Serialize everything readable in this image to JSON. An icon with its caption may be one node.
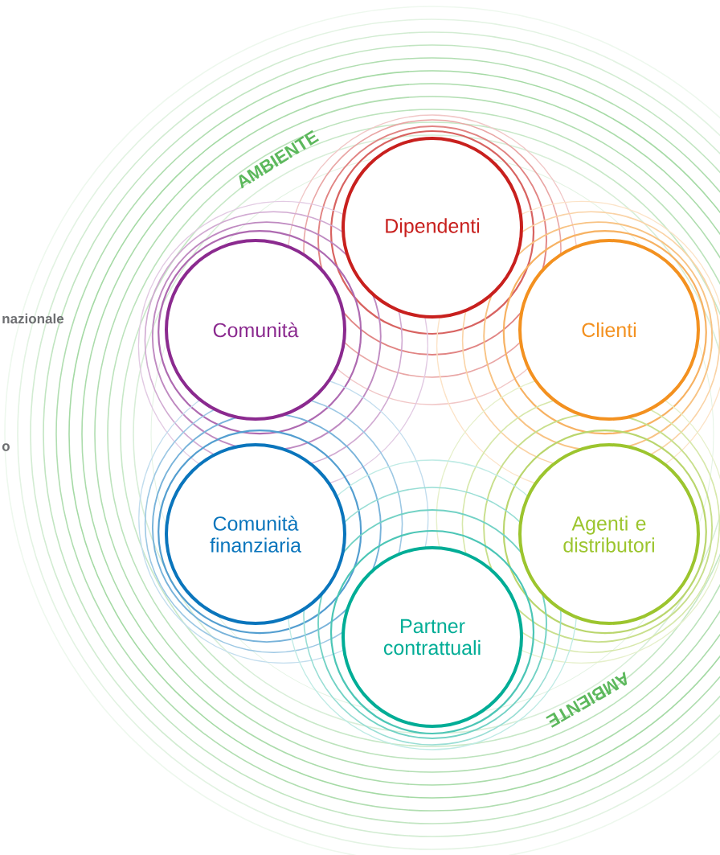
{
  "diagram": {
    "nodes": [
      {
        "text": [
          "Dipendenti"
        ]
      },
      {
        "text": [
          "Comunità"
        ]
      },
      {
        "text": [
          "Clienti"
        ]
      },
      {
        "text": [
          "Comunità finanziaria"
        ]
      },
      {
        "text": [
          "Agenti e distributori"
        ]
      },
      {
        "text": [
          "Partner contrattuali"
        ]
      }
    ],
    "labels": [
      "AMBIENTE",
      "nazionale",
      "o",
      "AMBIENTE"
    ]
  }
}
